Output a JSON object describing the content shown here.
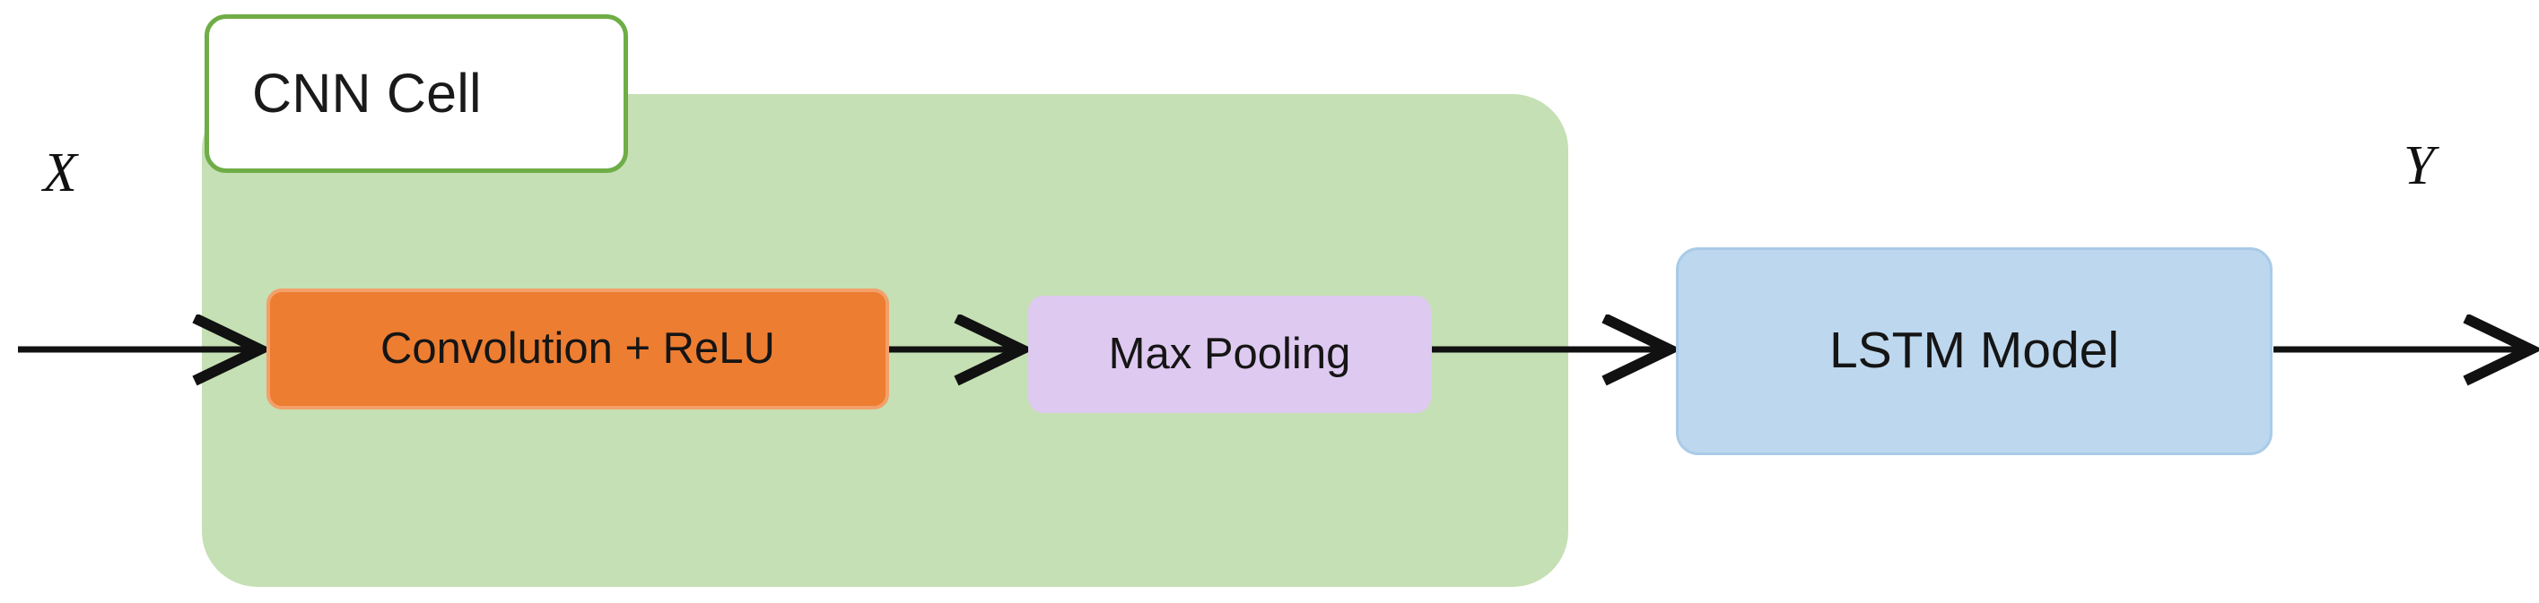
{
  "diagram": {
    "title": "CNN-LSTM architecture block diagram",
    "background_color": "#ffffff"
  },
  "groups": [
    {
      "id": "cnn-cell",
      "label": "CNN Cell",
      "fill_color": "#C5E0B4",
      "chip_fill_color": "#ffffff",
      "chip_border_color": "#6FAD46"
    }
  ],
  "nodes": [
    {
      "id": "convolution-relu",
      "label": "Convolution + ReLU",
      "fill_color": "#ED7D31",
      "border_color": "#F3A06A",
      "text_color": "#151515"
    },
    {
      "id": "max-pooling",
      "label": "Max Pooling",
      "fill_color": "#DEC9F0",
      "border_color": "#DEC9F0",
      "text_color": "#151515"
    },
    {
      "id": "lstm-model",
      "label": "LSTM Model",
      "fill_color": "#BDD7EE",
      "border_color": "#A9CBE8",
      "text_color": "#151515"
    }
  ],
  "io_labels": {
    "input": "X",
    "output": "Y"
  },
  "edges": [
    {
      "id": "input-to-conv",
      "from": "X",
      "to": "convolution-relu",
      "color": "#111111"
    },
    {
      "id": "conv-to-pool",
      "from": "convolution-relu",
      "to": "max-pooling",
      "color": "#111111"
    },
    {
      "id": "pool-to-lstm",
      "from": "max-pooling",
      "to": "lstm-model",
      "color": "#111111"
    },
    {
      "id": "lstm-to-output",
      "from": "lstm-model",
      "to": "Y",
      "color": "#111111"
    }
  ]
}
